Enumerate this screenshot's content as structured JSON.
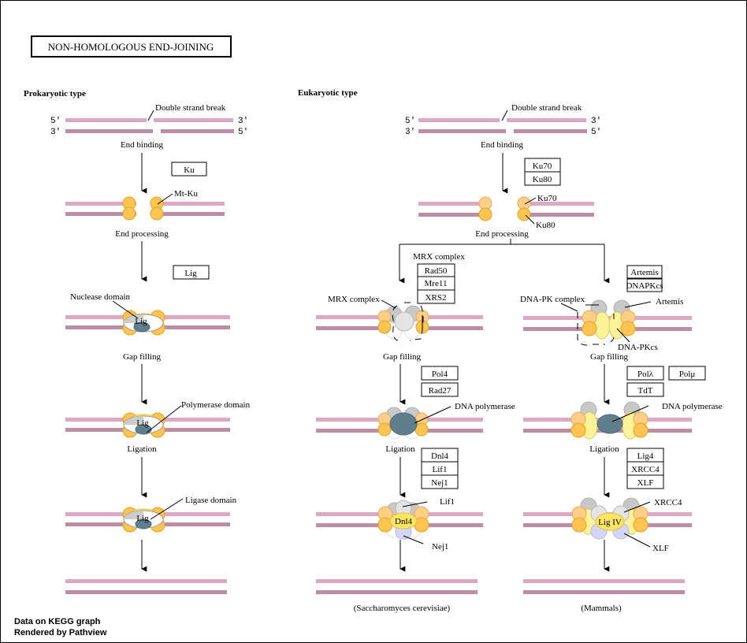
{
  "title": "NON-HOMOLOGOUS  END-JOINING",
  "footer": {
    "line1": "Data on KEGG graph",
    "line2": "Rendered by Pathview"
  },
  "colors": {
    "strand_top": "#dda8c3",
    "strand_bottom": "#bb8ea5",
    "ku": "#ffc451",
    "ku70": "#ffcf88",
    "polymerase": "#607f8e",
    "dnapkcs": "#fff39a",
    "ligase": "#ffe566",
    "xlf_nej1": "#d5d5f7"
  },
  "prokaryotic": {
    "heading": "Prokaryotic type",
    "dsb_label": "Double strand break",
    "end5": "5'",
    "end3": "3'",
    "steps": {
      "end_binding": "End binding",
      "end_processing": "End processing",
      "gap_filling": "Gap filling",
      "ligation": "Ligation"
    },
    "genes": {
      "ku": "Ku",
      "lig": "Lig"
    },
    "labels": {
      "mtku": "Mt-Ku",
      "nuclease": "Nuclease domain",
      "polymerase": "Polymerase domain",
      "ligase": "Ligase domain",
      "lig": "Lig"
    }
  },
  "eukaryotic": {
    "heading": "Eukaryotic type",
    "dsb_label": "Double strand break",
    "end5": "5'",
    "end3": "3'",
    "steps": {
      "end_binding": "End binding",
      "end_processing": "End processing",
      "gap_filling": "Gap filling",
      "ligation": "Ligation"
    },
    "genes": {
      "ku70": "Ku70",
      "ku80": "Ku80",
      "mrx_title": "MRX complex",
      "rad50": "Rad50",
      "mre11": "Mre11",
      "xrs2": "XRS2",
      "artemis": "Artemis",
      "dnapkcs": "DNAPKcs",
      "pol4": "Pol4",
      "rad27": "Rad27",
      "pollambda": "Polλ",
      "polmu": "Polμ",
      "tdt": "TdT",
      "dnl4": "Dnl4",
      "lif1": "Lif1",
      "nej1": "Nej1",
      "lig4": "Lig4",
      "xrcc4": "XRCC4",
      "xlf": "XLF"
    },
    "labels": {
      "ku70": "Ku70",
      "ku80": "Ku80",
      "mrx_complex": "MRX complex",
      "dnapk_complex": "DNA-PK complex",
      "artemis": "Artemis",
      "dnapkcs": "DNA-PKcs",
      "dna_polymerase_yeast": "DNA polymerase",
      "dna_polymerase_mammal": "DNA polymerase",
      "lif1": "Lif1",
      "nej1": "Nej1",
      "dnl4": "Dnl4",
      "xrcc4": "XRCC4",
      "xlf": "XLF",
      "ligiv": "Lig IV"
    },
    "organisms": {
      "yeast": "(Saccharomyces cerevisiae)",
      "mammal": "(Mammals)"
    }
  }
}
